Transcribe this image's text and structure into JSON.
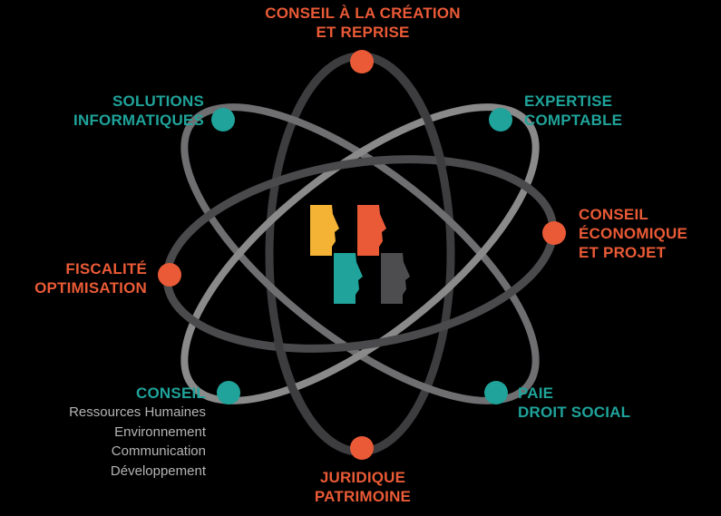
{
  "colors": {
    "background": "#000000",
    "orange": "#ea5a36",
    "teal": "#1fa39a",
    "yellow": "#f5b335",
    "gray_face": "#4d4d4f",
    "orbit_dark": "#4a4a4c",
    "orbit_light": "#8a8a8a",
    "sub_text": "#b4b4b4"
  },
  "center_logo": {
    "icon": "four-faces-logo",
    "faces": [
      "yellow",
      "orange",
      "teal",
      "gray"
    ]
  },
  "nodes": {
    "top": {
      "lines": [
        "CONSEIL À LA CRÉATION",
        "ET REPRISE"
      ],
      "color": "orange"
    },
    "top_left": {
      "lines": [
        "SOLUTIONS",
        "INFORMATIQUES"
      ],
      "color": "teal"
    },
    "top_right": {
      "lines": [
        "EXPERTISE",
        "COMPTABLE"
      ],
      "color": "teal"
    },
    "right": {
      "lines": [
        "CONSEIL",
        "ÉCONOMIQUE",
        "ET PROJET"
      ],
      "color": "orange"
    },
    "left": {
      "lines": [
        "FISCALITÉ",
        "OPTIMISATION"
      ],
      "color": "orange"
    },
    "bottom_left": {
      "lines": [
        "CONSEIL"
      ],
      "sub_lines": [
        "Ressources Humaines",
        "Environnement",
        "Communication",
        "Développement"
      ],
      "color": "teal"
    },
    "bottom_right": {
      "lines": [
        "PAIE",
        "DROIT SOCIAL"
      ],
      "color": "teal"
    },
    "bottom": {
      "lines": [
        "JURIDIQUE",
        "PATRIMOINE"
      ],
      "color": "orange"
    }
  }
}
